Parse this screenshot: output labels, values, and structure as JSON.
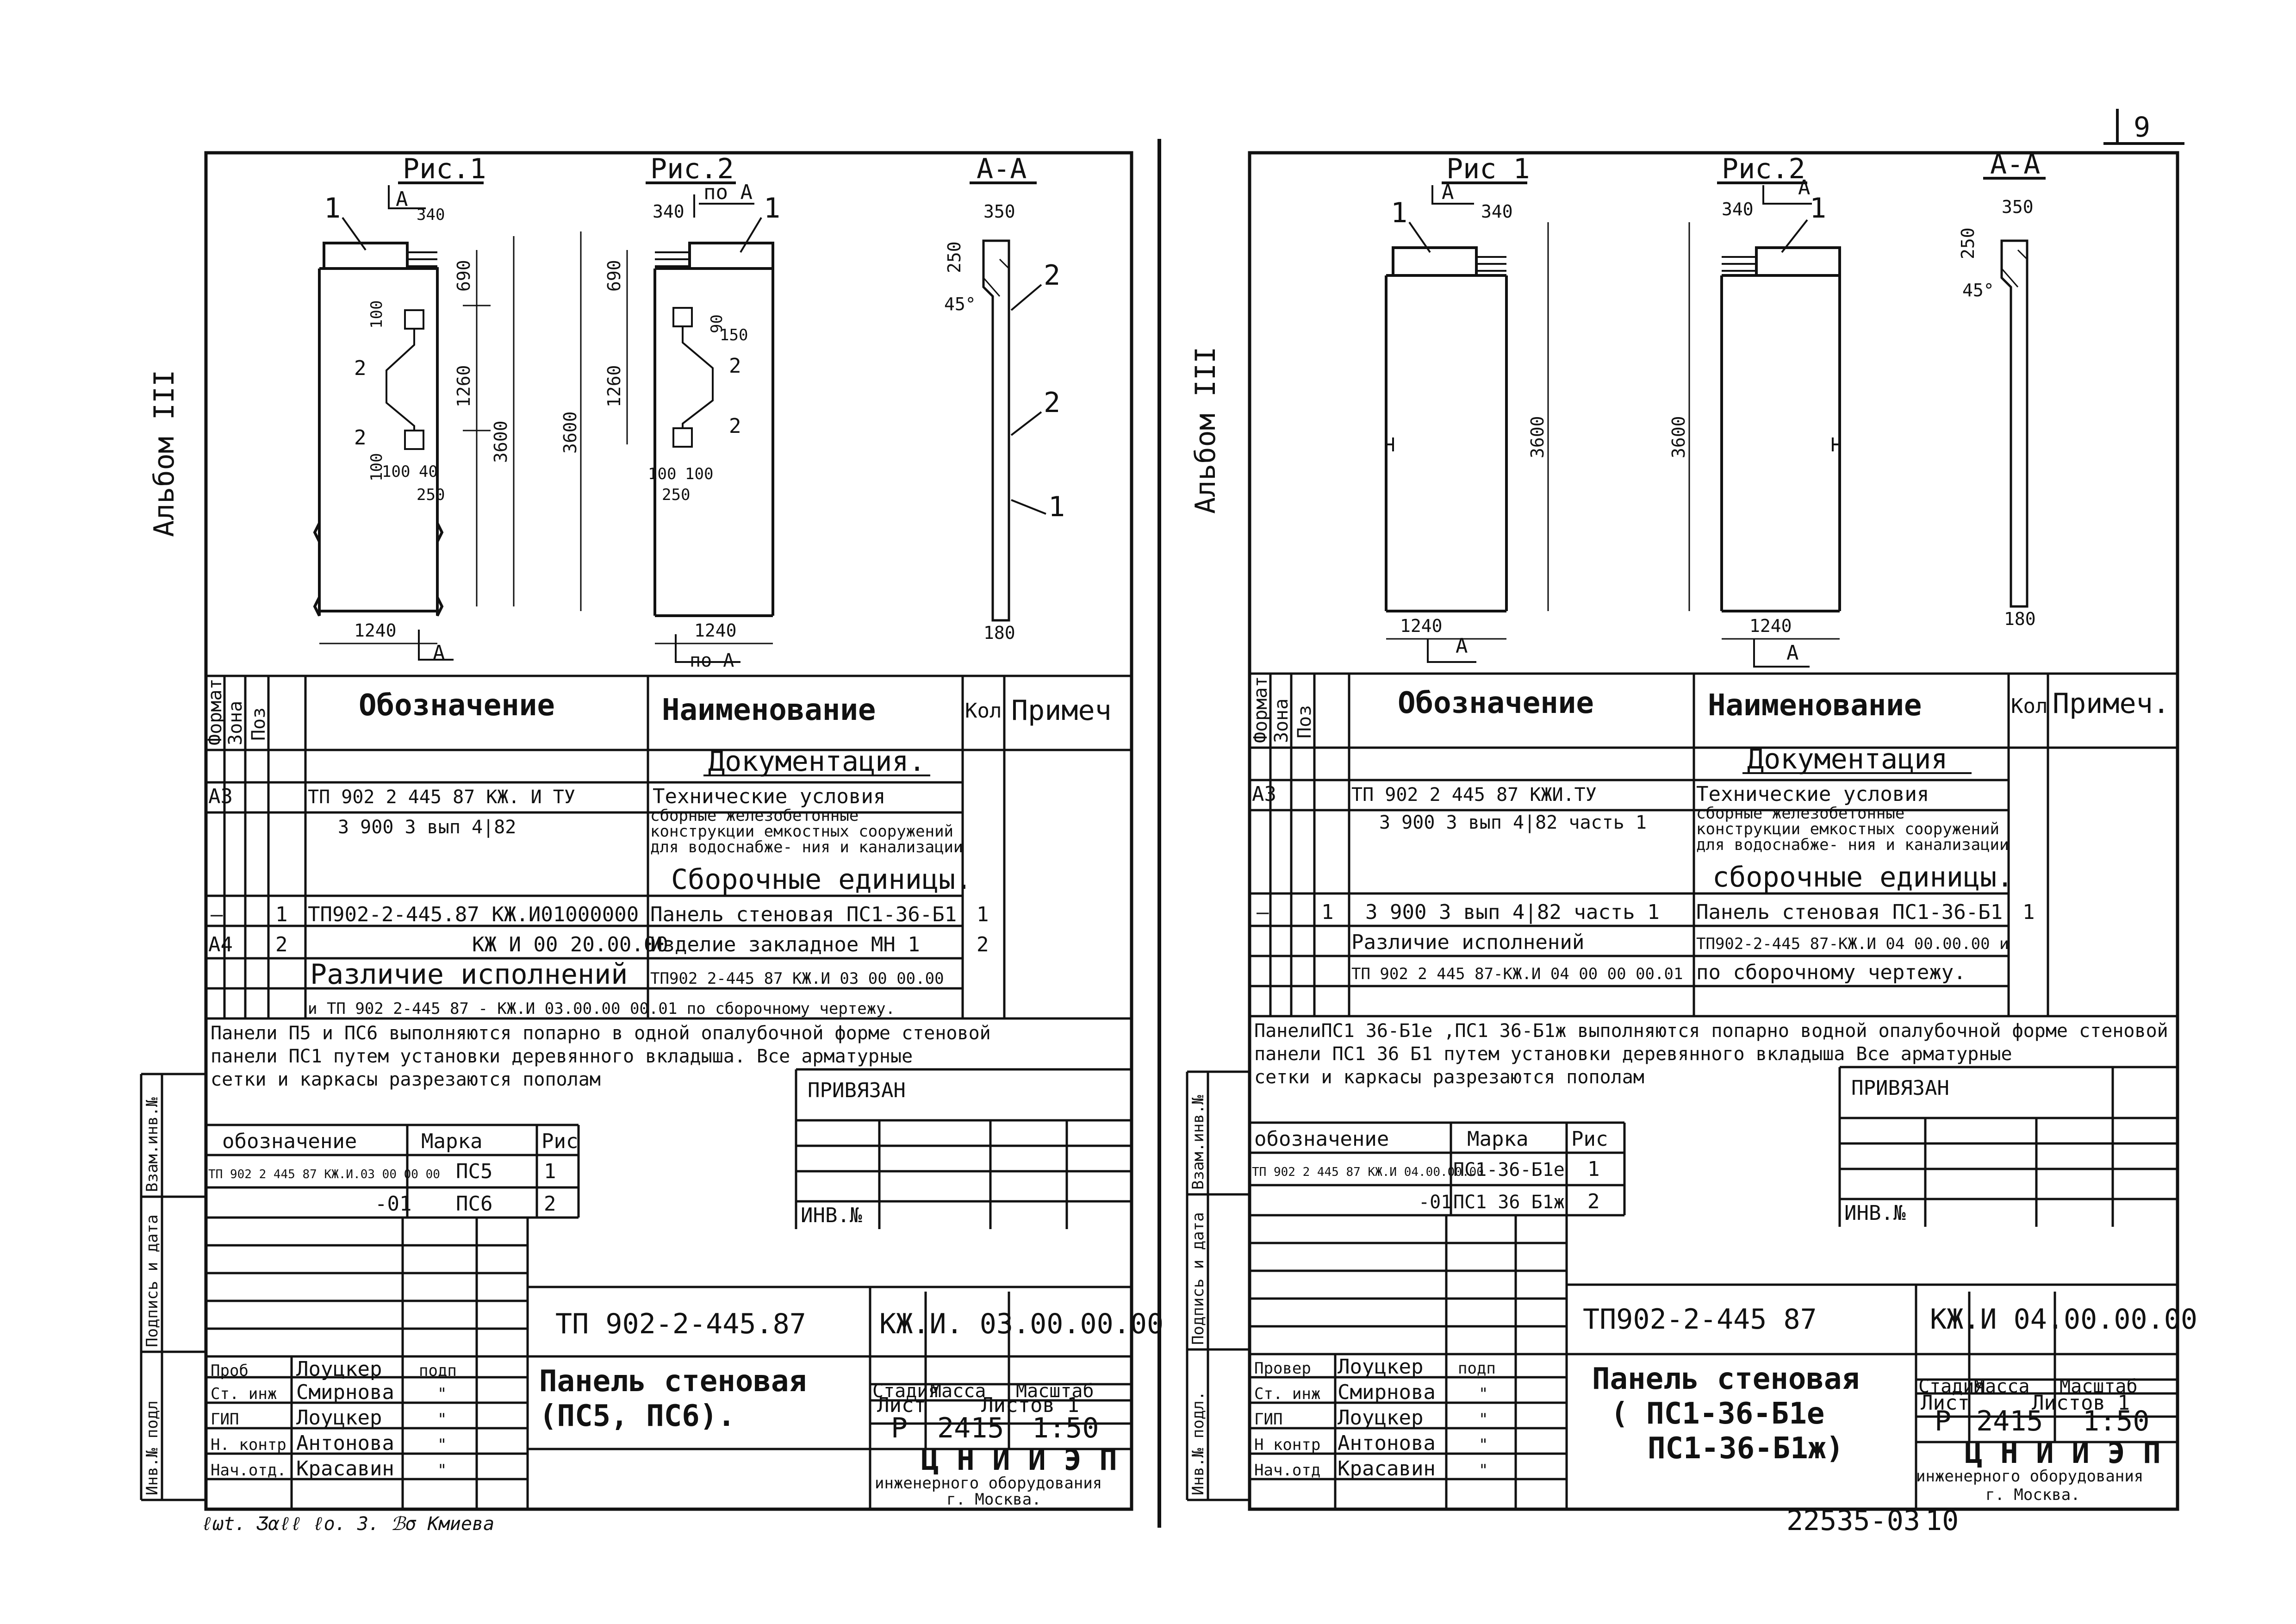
{
  "page_number": "9",
  "bottom_code": "22535-03",
  "bottom_num": "10",
  "signatures_note": "ℓωt. Ʒαℓℓ ℓo. 3. ℬσ Кмиева",
  "left": {
    "album": "Альбом III",
    "fig1": "Рис.1",
    "fig2": "Рис.2",
    "section": "А-А",
    "sec_a": "А",
    "sec_poa": "по А",
    "dims": {
      "w340": "340",
      "w1240": "1240",
      "h690": "690",
      "h1260": "1260",
      "h3600": "3600",
      "d100": "100",
      "d40": "40",
      "d250": "250",
      "d350": "350",
      "d180": "180",
      "ang": "45°",
      "d90": "90",
      "d150": "150"
    },
    "labels": {
      "one": "1",
      "two": "2"
    },
    "table_headers": {
      "format": "Формат",
      "zone": "Зона",
      "pos": "Поз",
      "designation": "Обозначение",
      "name": "Наименование",
      "qty": "Кол",
      "note": "Примеч"
    },
    "rows": [
      {
        "format": "",
        "pos": "",
        "designation": "",
        "name": "Документация."
      },
      {
        "format": "А3",
        "pos": "",
        "designation": "ТП 902 2 445 87      КЖ. И ТУ",
        "name": "Технические условия"
      },
      {
        "format": "",
        "pos": "",
        "designation": "3 900 3  вып 4|82",
        "name": "сборные железобетонные конструкции емкостных сооружений для водоснабже- ния и канализации"
      },
      {
        "format": "",
        "pos": "",
        "designation": "",
        "name": "Сборочные единицы."
      },
      {
        "format": "–",
        "pos": "1",
        "designation": "ТП902-2-445.87   КЖ.И01000000",
        "name": "Панель стеновая ПС1-36-Б1",
        "qty": "1"
      },
      {
        "format": "А4",
        "pos": "2",
        "designation": "КЖ И 00 20.00.00",
        "name": "Изделие закладное МН 1",
        "qty": "2"
      },
      {
        "format": "",
        "pos": "",
        "designation": "Различие  исполнений",
        "name": "ТП902 2-445 87 КЖ.И 03 00 00.00"
      },
      {
        "format": "",
        "pos": "",
        "designation": "и ТП 902 2-445 87 - КЖ.И 03.00.00 00.01 по сборочному чертежу.",
        "name": ""
      }
    ],
    "note_text": "Панели П5 и ПС6 выполняются попарно в одной опалубочной форме стеновой панели ПС1 путем установки деревянного вкладыша. Все арматурные сетки и каркасы разрезаются пополам",
    "note_lines": [
      "Панели П5 и ПС6 выполняются попарно в одной опалубочной форме стеновой",
      "панели ПС1  путем установки деревянного вкладыша.  Все арматурные",
      "сетки и каркасы  разрезаются  пополам"
    ],
    "privyazan": "ПРИВЯЗАН",
    "inv_no": "ИНВ.№",
    "small_table": {
      "h_designation": "обозначение",
      "h_mark": "Марка",
      "h_fig": "Рис",
      "rows": [
        {
          "designation": "ТП 902 2 445 87 КЖ.И.03 00 00 00",
          "mark": "ПС5",
          "fig": "1"
        },
        {
          "designation": "-01",
          "mark": "ПС6",
          "fig": "2"
        }
      ]
    },
    "side_labels": [
      "Взам.инв.№",
      "Подпись и дата",
      "Инв.№ подл"
    ],
    "doc_code": "ТП 902-2-445.87",
    "doc_mark": "КЖ.И. 03.00.00.00",
    "title": "Панель стеновая",
    "title2": "(ПС5, ПС6).",
    "stage_h": "Стадия",
    "mass_h": "Масса",
    "scale_h": "Масштаб",
    "stage": "Р",
    "mass": "2415",
    "scale": "1:50",
    "sheet": "Лист",
    "sheets": "Листов 1",
    "org1": "Ц Н И И Э П",
    "org2": "инженерного оборудования",
    "org3": "г. Москва.",
    "staff": [
      {
        "role": "Проб",
        "name": "Лоуцкер",
        "sig": "подп"
      },
      {
        "role": "Ст. инж",
        "name": "Смирнова",
        "sig": "\""
      },
      {
        "role": "ГИП",
        "name": "Лоуцкер",
        "sig": "\""
      },
      {
        "role": "Н. контр",
        "name": "Антонова",
        "sig": "\""
      },
      {
        "role": "Нач.отд.",
        "name": "Красавин",
        "sig": "\""
      }
    ]
  },
  "right": {
    "album": "Альбом III",
    "fig1": "Рис 1",
    "fig2": "Рис.2",
    "section": "А-А",
    "sec_a": "А",
    "dims": {
      "w340": "340",
      "w1240": "1240",
      "h3600": "3600",
      "d250": "250",
      "d350": "350",
      "d180": "180",
      "ang": "45°"
    },
    "labels": {
      "one": "1"
    },
    "table_headers": {
      "format": "Формат",
      "zone": "Зона",
      "pos": "Поз",
      "designation": "Обозначение",
      "name": "Наименование",
      "qty": "Кол",
      "note": "Примеч."
    },
    "rows": [
      {
        "format": "",
        "pos": "",
        "designation": "",
        "name": "Документация"
      },
      {
        "format": "А3",
        "pos": "",
        "designation": "ТП 902 2 445 87      КЖИ.ТУ",
        "name": "Технические условия"
      },
      {
        "format": "",
        "pos": "",
        "designation": "3 900 3  вып 4|82   часть 1",
        "name": "сборные железобетонные конструкции емкостных сооружений для водоснабже- ния и канализации"
      },
      {
        "format": "",
        "pos": "",
        "designation": "",
        "name": "сборочные единицы."
      },
      {
        "format": "–",
        "pos": "1",
        "designation": "3 900 3  вып 4|82  часть 1",
        "name": "Панель стеновая ПС1-36-Б1",
        "qty": "1"
      },
      {
        "format": "",
        "pos": "",
        "designation": "Различие  исполнений",
        "name": "ТП902-2-445 87-КЖ.И 04 00.00.00 и"
      },
      {
        "format": "",
        "pos": "",
        "designation": "ТП 902 2 445 87-КЖ.И 04 00 00 00.01",
        "name": "по сборочному чертежу."
      }
    ],
    "note_lines": [
      "ПанелиПС1 36-Б1е ,ПС1 36-Б1ж выполняются попарно водной опалубочной форме стеновой",
      "панели ПС1 36 Б1  путем установки  деревянного вкладыша  Все арматурные",
      "сетки и каркасы  разрезаются  пополам"
    ],
    "privyazan": "ПРИВЯЗАН",
    "inv_no": "ИНВ.№",
    "small_table": {
      "h_designation": "обозначение",
      "h_mark": "Марка",
      "h_fig": "Рис",
      "rows": [
        {
          "designation": "ТП 902 2 445 87 КЖ.И 04.00.00.00",
          "mark": "ПС1-36-Б1е",
          "fig": "1"
        },
        {
          "designation": "-01",
          "mark": "ПС1 36 Б1ж",
          "fig": "2"
        }
      ]
    },
    "side_labels": [
      "Взам.инв.№",
      "Подпись и дата",
      "Инв.№ подл."
    ],
    "doc_code": "ТП902-2-445 87",
    "doc_mark": "КЖ.И 04.00.00.00",
    "title": "Панель стеновая",
    "title2": "( ПС1-36-Б1е",
    "title3": "ПС1-36-Б1ж)",
    "stage_h": "Стадия",
    "mass_h": "Масса",
    "scale_h": "Масштаб",
    "stage": "Р",
    "mass": "2415",
    "scale": "1:50",
    "sheet": "Лист",
    "sheets": "Листов 1",
    "org1": "Ц Н И И Э П",
    "org2": "инженерного оборудования",
    "org3": "г. Москва.",
    "staff": [
      {
        "role": "Провер",
        "name": "Лоуцкер",
        "sig": "подп"
      },
      {
        "role": "Ст. инж",
        "name": "Смирнова",
        "sig": "\""
      },
      {
        "role": "ГИП",
        "name": "Лоуцкер",
        "sig": "\""
      },
      {
        "role": "Н контр",
        "name": "Антонова",
        "sig": "\""
      },
      {
        "role": "Нач.отд",
        "name": "Красавин",
        "sig": "\""
      }
    ]
  }
}
